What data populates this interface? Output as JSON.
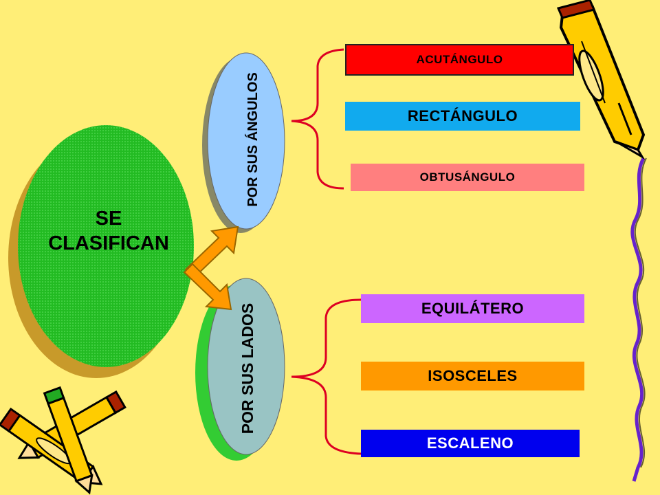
{
  "center": {
    "line1": "SE",
    "line2": "CLASIFICAN"
  },
  "branches": {
    "angles": {
      "label": "POR SUS ÁNGULOS",
      "items": [
        {
          "label": "ACUTÁNGULO",
          "bg": "#ff0000",
          "fg": "#000000"
        },
        {
          "label": "RECTÁNGULO",
          "bg": "#11aaee",
          "fg": "#000000"
        },
        {
          "label": "OBTUSÁNGULO",
          "bg": "#ff7f7f",
          "fg": "#000000"
        }
      ]
    },
    "sides": {
      "label": "POR SUS LADOS",
      "items": [
        {
          "label": "EQUILÁTERO",
          "bg": "#cc66ff",
          "fg": "#000000"
        },
        {
          "label": "ISOSCELES",
          "bg": "#ff9900",
          "fg": "#000000"
        },
        {
          "label": "ESCALENO",
          "bg": "#0000ee",
          "fg": "#ffffff"
        }
      ]
    }
  },
  "colors": {
    "background": "#ffee77",
    "center_fill": "#22bb22",
    "angles_oval_fill": "#99ccff",
    "sides_oval_fill": "#99c4c4",
    "sides_oval_shadow": "#33cc33",
    "arrow_fill": "#ff9900",
    "bracket_stroke": "#dd0022",
    "deco_line": "#6622cc"
  },
  "icons": {
    "pencil_top_right": "pencil-icon",
    "pencils_bottom_left": "crossed-pencils-icon"
  }
}
